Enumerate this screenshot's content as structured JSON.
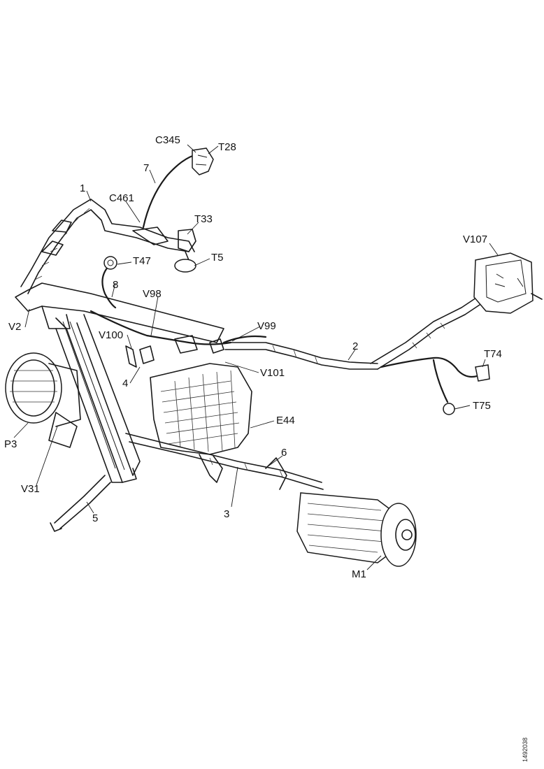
{
  "labels": {
    "C345": "C345",
    "T28": "T28",
    "n7": "7",
    "n1": "1",
    "C461": "C461",
    "T33": "T33",
    "T5": "T5",
    "T47": "T47",
    "n8": "8",
    "V107": "V107",
    "V98": "V98",
    "V99": "V99",
    "V100": "V100",
    "V2": "V2",
    "n2": "2",
    "V101": "V101",
    "n4": "4",
    "T74": "T74",
    "T75": "T75",
    "E44": "E44",
    "P3": "P3",
    "n6": "6",
    "V31": "V31",
    "n5": "5",
    "n3": "3",
    "M1": "M1"
  },
  "figure_code": "1492038"
}
